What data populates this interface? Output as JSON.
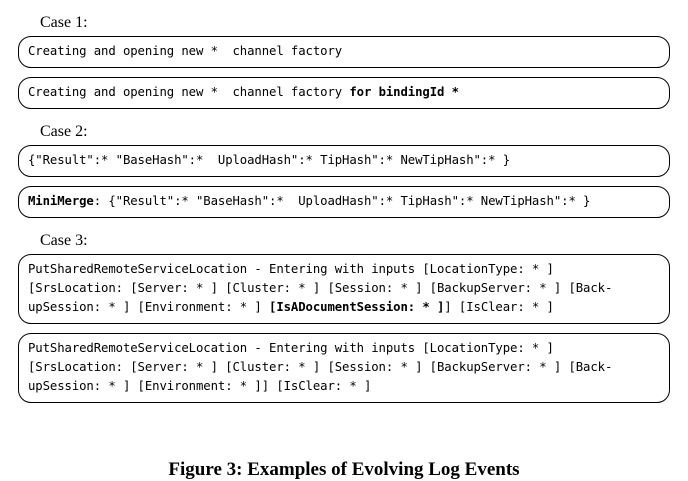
{
  "figure": {
    "caption": "Figure 3: Examples of Evolving Log Events",
    "cases": [
      {
        "label": "Case 1:",
        "boxes": [
          {
            "lines": [
              [
                {
                  "text": "Creating and opening new *  channel factory",
                  "bold": false
                }
              ]
            ]
          },
          {
            "lines": [
              [
                {
                  "text": "Creating and opening new *  channel factory ",
                  "bold": false
                },
                {
                  "text": "for bindingId *",
                  "bold": true
                }
              ]
            ]
          }
        ]
      },
      {
        "label": "Case 2:",
        "boxes": [
          {
            "lines": [
              [
                {
                  "text": "{\"Result\":* \"BaseHash\":*  UploadHash\":* TipHash\":* NewTipHash\":* }",
                  "bold": false
                }
              ]
            ]
          },
          {
            "lines": [
              [
                {
                  "text": "MiniMerge",
                  "bold": true
                },
                {
                  "text": ": {\"Result\":* \"BaseHash\":*  UploadHash\":* TipHash\":* NewTipHash\":* }",
                  "bold": false
                }
              ]
            ]
          }
        ]
      },
      {
        "label": "Case 3:",
        "boxes": [
          {
            "lines": [
              [
                {
                  "text": "PutSharedRemoteServiceLocation - Entering with inputs [LocationType: * ]",
                  "bold": false
                }
              ],
              [
                {
                  "text": "[SrsLocation: [Server: * ] [Cluster: * ] [Session: * ] [BackupServer: * ] [Back-",
                  "bold": false
                }
              ],
              [
                {
                  "text": "upSession: * ] [Environment: * ] ",
                  "bold": false
                },
                {
                  "text": "[IsADocumentSession: * ]",
                  "bold": true
                },
                {
                  "text": "] [IsClear: * ]",
                  "bold": false
                }
              ]
            ]
          },
          {
            "lines": [
              [
                {
                  "text": "PutSharedRemoteServiceLocation - Entering with inputs [LocationType: * ]",
                  "bold": false
                }
              ],
              [
                {
                  "text": "[SrsLocation: [Server: * ] [Cluster: * ] [Session: * ] [BackupServer: * ] [Back-",
                  "bold": false
                }
              ],
              [
                {
                  "text": "upSession: * ] [Environment: * ]] [IsClear: * ]",
                  "bold": false
                }
              ]
            ]
          }
        ]
      }
    ]
  },
  "colors": {
    "background": "#ffffff",
    "text": "#000000",
    "box_border": "#000000"
  }
}
